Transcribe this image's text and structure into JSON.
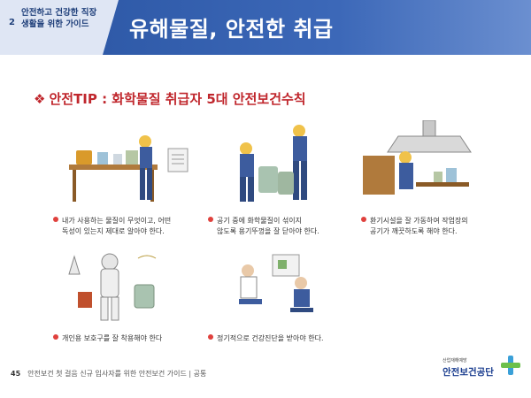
{
  "header": {
    "number": "2",
    "subtitle": "안전하고 건강한 직장생활을 위한 가이드",
    "title": "유해물질, 안전한 취급"
  },
  "section": {
    "diamond": "❖",
    "title": "안전TIP : 화학물질 취급자 5대 안전보건수칙"
  },
  "tips": [
    {
      "line1": "내가 사용하는 물질이 무엇이고, 어떤",
      "line2": "독성이 있는지 제대로 알아야 한다."
    },
    {
      "line1": "공기 중에 화학물질이 섞이지",
      "line2": "않도록 용기뚜껑을 잘 닫아야 한다."
    },
    {
      "line1": "환기시설을 잘 가동하여 작업장의",
      "line2": "공기가 깨끗하도록 해야 한다."
    },
    {
      "line1": "개인용 보호구를 잘 착용해야 한다",
      "line2": ""
    },
    {
      "line1": "정기적으로 건강진단을 받아야 한다.",
      "line2": ""
    }
  ],
  "footer": {
    "page": "45",
    "text": "안전보건 첫 걸음 신규 입사자를 위한 안전보건 가이드   |   공통"
  },
  "logo": {
    "small": "산업재해예방",
    "name": "안전보건공단"
  },
  "colors": {
    "header_blue": "#3c68b8",
    "accent_red": "#c0272d",
    "bullet": "#e0413d"
  }
}
